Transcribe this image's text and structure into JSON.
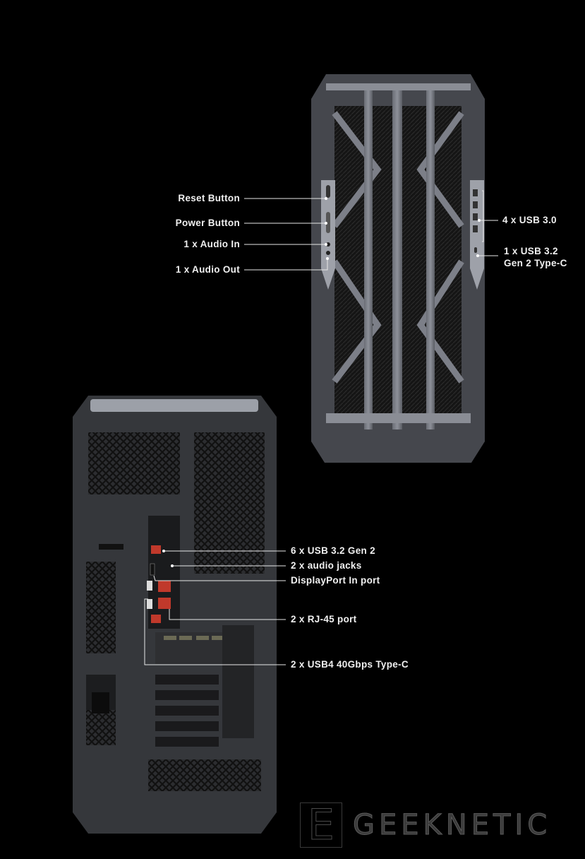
{
  "front_callouts": {
    "reset": "Reset Button",
    "power": "Power Button",
    "audio_in": "1 x Audio In",
    "audio_out": "1 x Audio Out",
    "usb30": "4 x USB 3.0",
    "usbc_line1": "1 x USB 3.2",
    "usbc_line2": "Gen 2 Type-C"
  },
  "rear_callouts": {
    "usb32": "6 x USB 3.2 Gen 2",
    "audio_jacks": "2 x audio jacks",
    "displayport": "DisplayPort In port",
    "rj45": "2 x RJ-45 port",
    "usb4": "2 x USB4 40Gbps Type-C"
  },
  "watermark": {
    "letter": "E",
    "text": "GEEKNETIC"
  },
  "colors": {
    "background": "#000000",
    "case": "#5b5e66",
    "label": "#f0f0f0",
    "port_red": "#c0392b"
  }
}
